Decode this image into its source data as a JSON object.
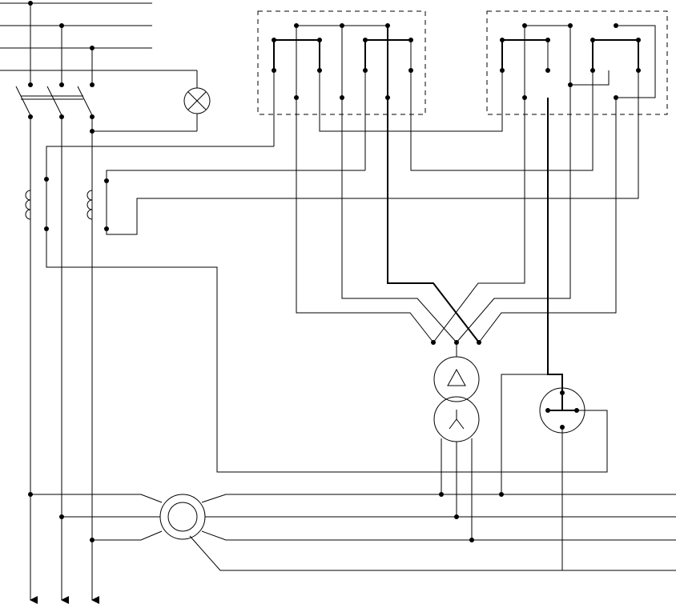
{
  "diagram": {
    "background": "#ffffff",
    "line_color": "#000000",
    "components": [
      "three-phase-supply-bus",
      "three-pole-switch",
      "indicator-lamp",
      "current-transformer-pair",
      "switch-block-left",
      "switch-block-right",
      "voltage-transformer-delta-star",
      "meter",
      "ring-current-transformer",
      "output-bus"
    ]
  }
}
